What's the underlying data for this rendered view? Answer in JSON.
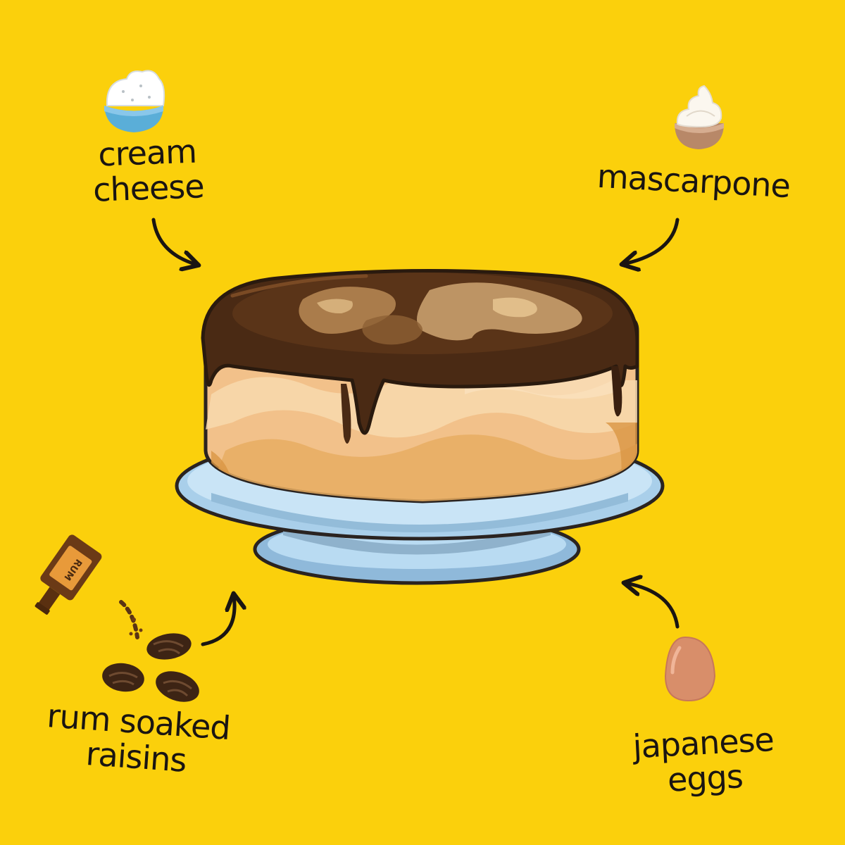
{
  "ingredients": {
    "cream_cheese": {
      "line1": "cream",
      "line2": "cheese",
      "icon": "cream-cheese-bowl-icon"
    },
    "mascarpone": {
      "label": "mascarpone",
      "icon": "mascarpone-cup-icon"
    },
    "rum_raisins": {
      "line1": "rum soaked",
      "line2": "raisins",
      "bottle_text": "RUM",
      "icon": "rum-bottle-icon"
    },
    "eggs": {
      "line1": "japanese",
      "line2": "eggs",
      "icon": "egg-icon"
    }
  },
  "colors": {
    "background": "#FBD00C",
    "chocolate": "#4A2A14",
    "cake": "#F3C48C",
    "plate": "#A9CFEA",
    "ink": "#1A1512"
  }
}
